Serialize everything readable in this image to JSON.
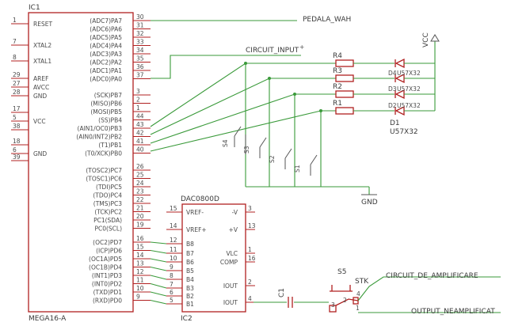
{
  "ic1": {
    "name": "IC1",
    "value": "MEGA16-A",
    "left_pins": [
      {
        "num": "1",
        "label": "RESET"
      },
      {
        "num": "7",
        "label": "XTAL2"
      },
      {
        "num": "8",
        "label": "XTAL1"
      },
      {
        "num": "29",
        "label": "AREF"
      },
      {
        "num": "27",
        "label": "AVCC"
      },
      {
        "num": "28",
        "label": "GND"
      },
      {
        "num": "17",
        "label": ""
      },
      {
        "num": "5",
        "label": "VCC"
      },
      {
        "num": "38",
        "label": ""
      },
      {
        "num": "18",
        "label": ""
      },
      {
        "num": "6",
        "label": "GND"
      },
      {
        "num": "39",
        "label": ""
      }
    ],
    "right_pins": [
      {
        "num": "30",
        "label": "(ADC7)PA7"
      },
      {
        "num": "31",
        "label": "(ADC6)PA6"
      },
      {
        "num": "32",
        "label": "(ADC5)PA5"
      },
      {
        "num": "33",
        "label": "(ADC4)PA4"
      },
      {
        "num": "34",
        "label": "(ADC3)PA3"
      },
      {
        "num": "35",
        "label": "(ADC2)PA2"
      },
      {
        "num": "36",
        "label": "(ADC1)PA1"
      },
      {
        "num": "37",
        "label": "(ADC0)PA0"
      },
      {
        "num": "3",
        "label": "(SCK)PB7"
      },
      {
        "num": "2",
        "label": "(MISO)PB6"
      },
      {
        "num": "1",
        "label": "(MOSI)PB5"
      },
      {
        "num": "44",
        "label": "(SS)PB4"
      },
      {
        "num": "43",
        "label": "(AIN1/OC0)PB3"
      },
      {
        "num": "42",
        "label": "(AIN0/INT2)PB2"
      },
      {
        "num": "41",
        "label": "(T1)PB1"
      },
      {
        "num": "40",
        "label": "(T0/XCK)PB0"
      },
      {
        "num": "26",
        "label": "(TOSC2)PC7"
      },
      {
        "num": "25",
        "label": "(TOSC1)PC6"
      },
      {
        "num": "24",
        "label": "(TDI)PC5"
      },
      {
        "num": "23",
        "label": "(TDO)PC4"
      },
      {
        "num": "22",
        "label": "(TMS)PC3"
      },
      {
        "num": "21",
        "label": "(TCK)PC2"
      },
      {
        "num": "20",
        "label": "PC1(SDA)"
      },
      {
        "num": "19",
        "label": "PC0(SCL)"
      },
      {
        "num": "16",
        "label": "(OC2)PD7"
      },
      {
        "num": "15",
        "label": "(ICP)PD6"
      },
      {
        "num": "14",
        "label": "(OC1A)PD5"
      },
      {
        "num": "13",
        "label": "(OC1B)PD4"
      },
      {
        "num": "12",
        "label": "(INT1)PD3"
      },
      {
        "num": "11",
        "label": "(INT0)PD2"
      },
      {
        "num": "10",
        "label": "(TXD)PD1"
      },
      {
        "num": "9",
        "label": "(RXD)PD0"
      }
    ]
  },
  "ic2": {
    "name": "IC2",
    "value": "DAC0800D",
    "left_pins": [
      {
        "num": "15",
        "label": "VREF-"
      },
      {
        "num": "14",
        "label": "VREF+"
      },
      {
        "num": "12",
        "label": "B8"
      },
      {
        "num": "11",
        "label": "B7"
      },
      {
        "num": "10",
        "label": "B6"
      },
      {
        "num": "9",
        "label": "B5"
      },
      {
        "num": "8",
        "label": "B4"
      },
      {
        "num": "7",
        "label": "B3"
      },
      {
        "num": "6",
        "label": "B2"
      },
      {
        "num": "5",
        "label": "B1"
      }
    ],
    "right_pins": [
      {
        "num": "3",
        "label": "-V"
      },
      {
        "num": "13",
        "label": "+V"
      },
      {
        "num": "1",
        "label": "VLC"
      },
      {
        "num": "16",
        "label": "COMP"
      },
      {
        "num": "2",
        "label": "IOUT"
      },
      {
        "num": "4",
        "label": "IOUT"
      }
    ]
  },
  "nets": {
    "pedala": "PEDALA_WAH",
    "circuit_input": "CIRCUIT_INPUT",
    "vcc": "VCC",
    "gnd": "GND",
    "amp": "CIRCUIT_DE_AMPLIFICARE",
    "out": "OUTPUT_NEAMPLIFICAT"
  },
  "resistors": [
    "R4",
    "R3",
    "R2",
    "R1"
  ],
  "leds": {
    "part": "D1",
    "value": "U57X32",
    "labels": [
      "D4",
      "D3",
      "D2"
    ],
    "short": "U57X32"
  },
  "switches": {
    "name": "S4",
    "pins": [
      "S3",
      "S2",
      "S1"
    ]
  },
  "cap": "C1",
  "switch5": {
    "name": "S5",
    "value": "STK",
    "pins": [
      "3",
      "2",
      "1",
      "4"
    ]
  },
  "colors": {
    "part": "#b02020",
    "wire": "#3a9a3a",
    "text": "#3a3a3a"
  }
}
